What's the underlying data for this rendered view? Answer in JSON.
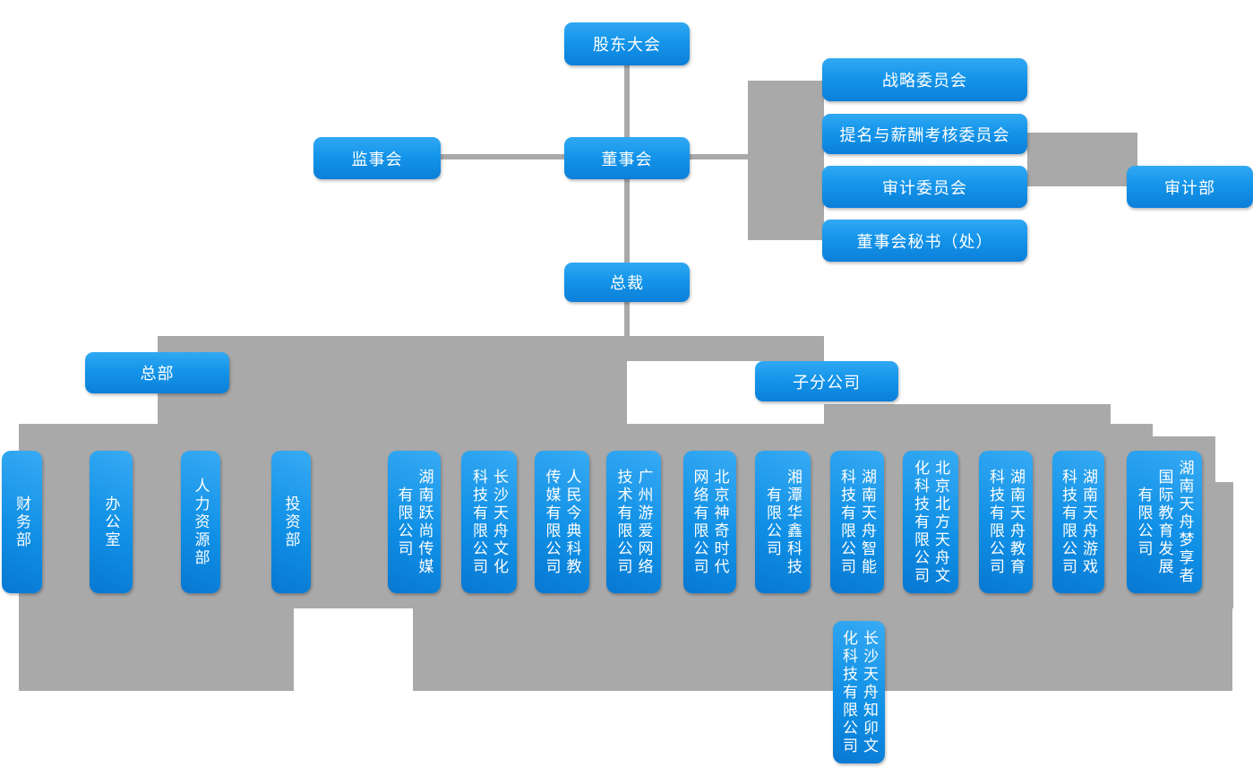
{
  "colors": {
    "connector": "#a9a9a9",
    "node_gradient_top": "#31a8f3",
    "node_gradient_bottom": "#0b7fd9",
    "node_text": "#ffffff",
    "background": "#ffffff"
  },
  "nodes": {
    "shareholders": "股东大会",
    "supervisory_board": "监事会",
    "board": "董事会",
    "president": "总裁",
    "audit_dept": "审计部",
    "headquarters": "总部",
    "subsidiaries_group": "子分公司"
  },
  "committees": [
    "战略委员会",
    "提名与薪酬考核委员会",
    "审计委员会",
    "董事会秘书（处）"
  ],
  "departments": [
    "财务部",
    "办公室",
    "人力资源部",
    "投资部"
  ],
  "companies": [
    "湖南跃尚传媒\n有限公司",
    "长沙天舟文化\n科技有限公司",
    "人民今典科教\n传媒有限公司",
    "广州游爱网络\n技术有限公司",
    "北京神奇时代\n网络有限公司",
    "湘潭华鑫科技\n有限公司",
    "湖南天舟智能\n科技有限公司",
    "北京北方天舟文\n化科技有限公司",
    "湖南天舟教育\n科技有限公司",
    "湖南天舟游戏\n科技有限公司",
    "湖南天舟梦享者\n国际教育发展\n有限公司",
    "长沙天舟知卯文\n化科技有限公司"
  ]
}
